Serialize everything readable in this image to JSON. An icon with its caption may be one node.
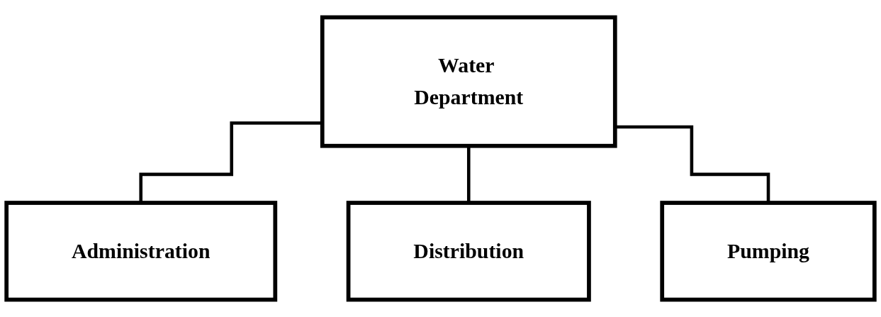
{
  "diagram": {
    "nodes": [
      {
        "text": [
          "Water Department"
        ]
      },
      {
        "text": [
          "Administration"
        ]
      },
      {
        "text": [
          "Distribution"
        ]
      },
      {
        "text": [
          "Pumping"
        ]
      }
    ],
    "edges": [
      {
        "from": 0,
        "to": 1,
        "arrow": "none"
      },
      {
        "from": 0,
        "to": 2,
        "arrow": "none"
      },
      {
        "from": 0,
        "to": 3,
        "arrow": "none"
      }
    ]
  }
}
